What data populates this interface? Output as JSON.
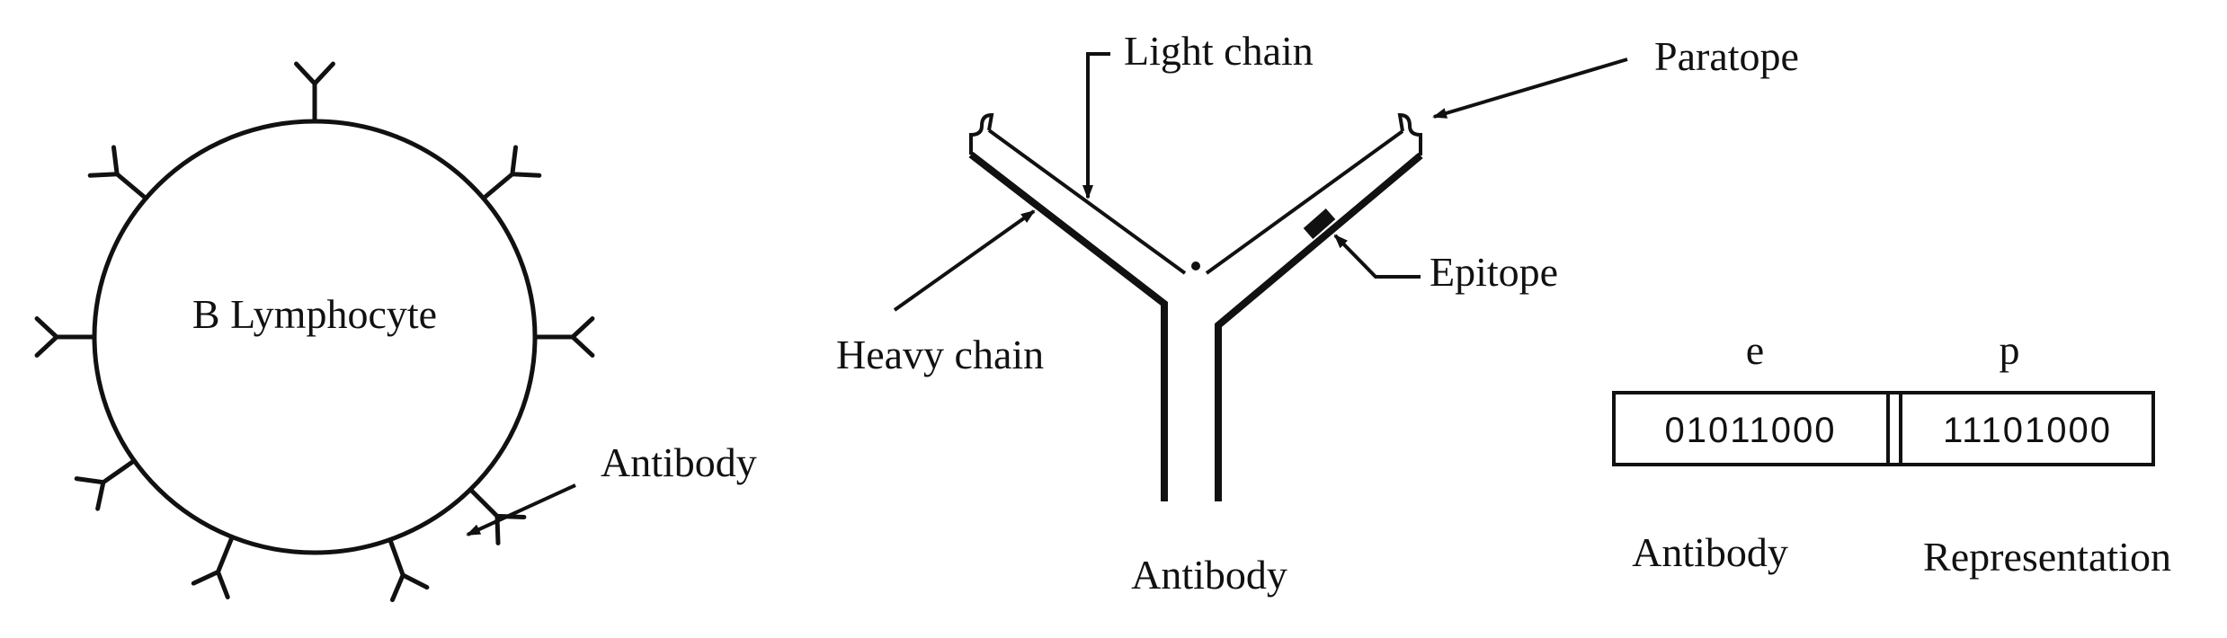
{
  "panels": {
    "cell": {
      "cell_label": "B Lymphocyte",
      "antibody_label": "Antibody"
    },
    "antibody_structure": {
      "light_chain_label": "Light chain",
      "paratope_label": "Paratope",
      "heavy_chain_label": "Heavy chain",
      "epitope_label": "Epitope",
      "caption": "Antibody"
    },
    "representation": {
      "epitope_letter": "e",
      "paratope_letter": "p",
      "epitope_bits": "01011000",
      "paratope_bits": "11101000",
      "caption_left": "Antibody",
      "caption_right": "Representation"
    }
  }
}
